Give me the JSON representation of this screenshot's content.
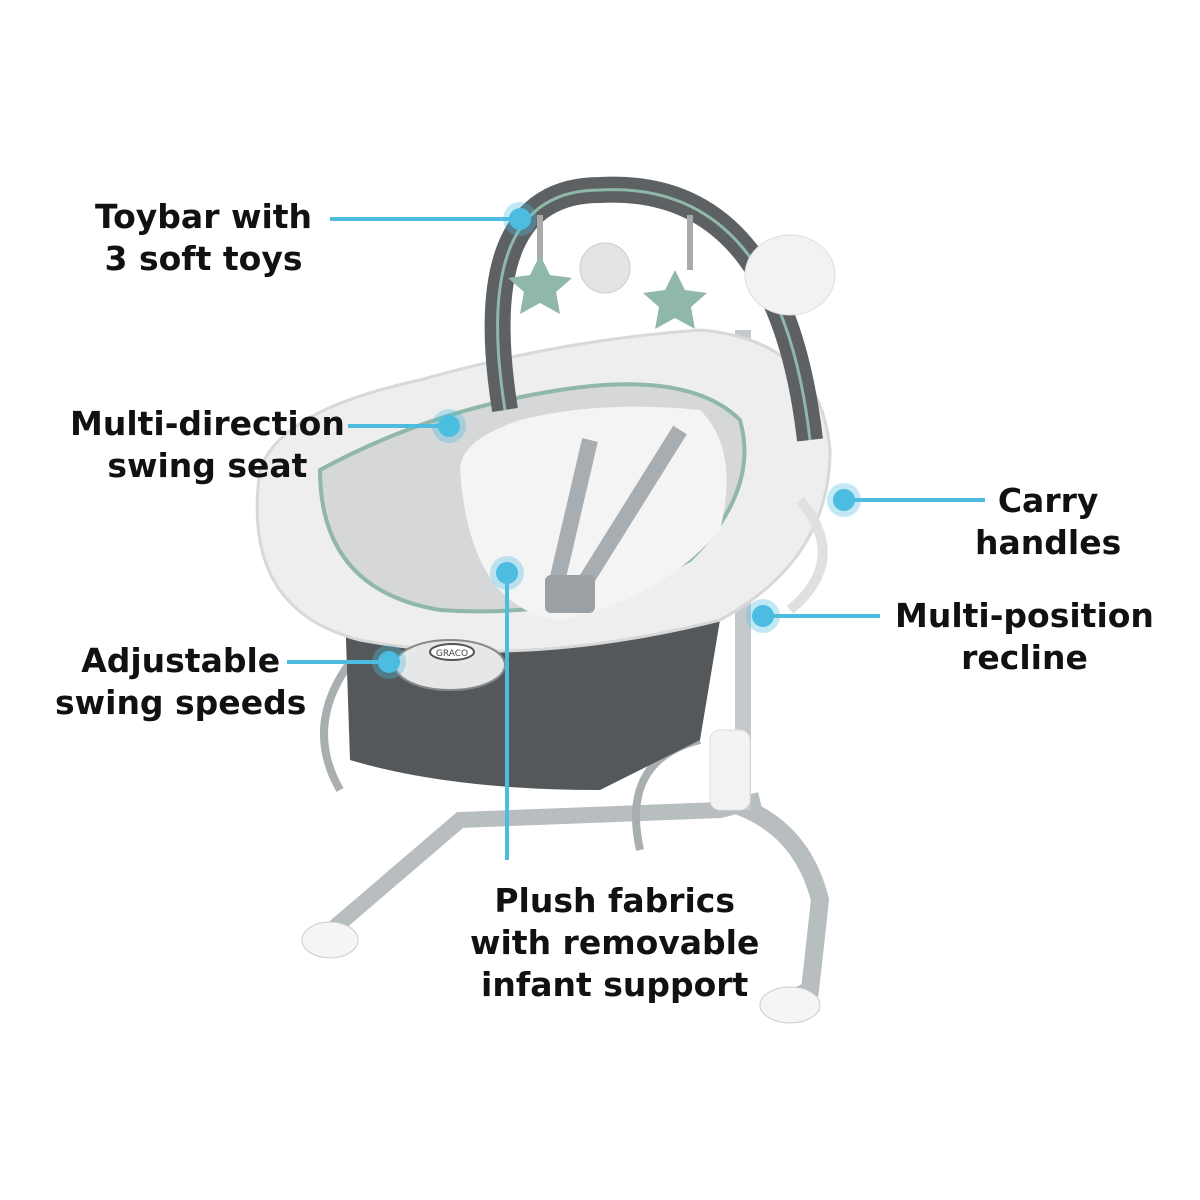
{
  "callouts": {
    "toybar": {
      "line1": "Toybar with",
      "line2": "3 soft toys"
    },
    "swing_seat": {
      "line1": "Multi-direction",
      "line2": "swing seat"
    },
    "speeds": {
      "line1": "Adjustable",
      "line2": "swing speeds"
    },
    "carry": {
      "line1": "Carry",
      "line2": "handles"
    },
    "recline": {
      "line1": "Multi-position",
      "line2": "recline"
    },
    "fabrics": {
      "line1": "Plush fabrics",
      "line2": "with removable",
      "line3": "infant support"
    }
  },
  "product": {
    "brand_logo": "GRACO"
  },
  "colors": {
    "accent": "#4cbde0",
    "frame": "#b8bdc0",
    "seat": "#eeeeee",
    "base": "#55585a",
    "toy": "#8fb8a8"
  }
}
